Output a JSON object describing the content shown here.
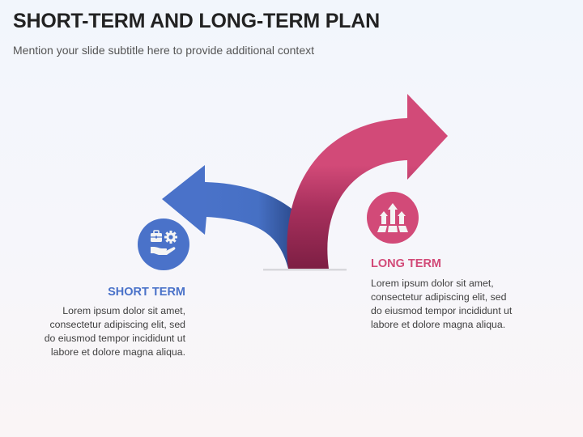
{
  "header": {
    "title": "SHORT-TERM AND LONG-TERM PLAN",
    "subtitle": "Mention your slide subtitle here to provide additional context"
  },
  "colors": {
    "short_term": "#4a72c9",
    "long_term": "#d24a78",
    "title": "#222222",
    "body_text": "#3f3f3f"
  },
  "short_term": {
    "icon": "briefcase-gear-hand-icon",
    "heading": "SHORT TERM",
    "lines": [
      "Lorem ipsum dolor sit amet,",
      "consectetur adipiscing elit, sed",
      "do eiusmod tempor incididunt ut",
      "labore et dolore magna aliqua."
    ]
  },
  "long_term": {
    "icon": "growth-arrows-icon",
    "heading": "LONG TERM",
    "lines": [
      "Lorem ipsum dolor sit amet,",
      "consectetur adipiscing elit, sed",
      "do eiusmod tempor incididunt ut",
      "labore et dolore magna aliqua."
    ]
  }
}
